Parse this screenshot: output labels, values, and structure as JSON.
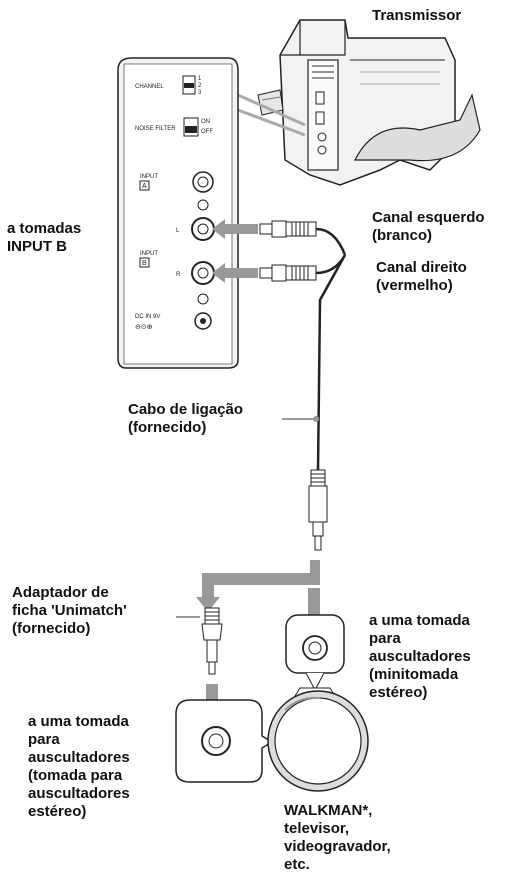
{
  "labels": {
    "transmitter": "Transmissor",
    "input_b": "a tomadas\nINPUT B",
    "left_channel": "Canal esquerdo\n(branco)",
    "right_channel": "Canal direito\n(vermelho)",
    "cable": "Cabo de ligação\n(fornecido)",
    "adapter": "Adaptador de\nficha 'Unimatch'\n(fornecido)",
    "mini_jack": "a uma tomada\npara\nauscultadores\n(minitomada\nestéreo)",
    "stereo_jack": "a uma tomada\npara\nauscultadores\n(tomada para\nauscultadores\nestéreo)",
    "devices": "WALKMAN*,\ntelevisor,\nvideogravador,\netc."
  },
  "panel": {
    "channel": "CHANNEL",
    "ch1": "1",
    "ch2": "2",
    "ch3": "3",
    "noise_filter": "NOISE FILTER",
    "on": "ON",
    "off": "OFF",
    "input": "INPUT",
    "a": "A",
    "b": "B",
    "l": "L",
    "r": "R",
    "dc_in": "DC IN 9V"
  }
}
